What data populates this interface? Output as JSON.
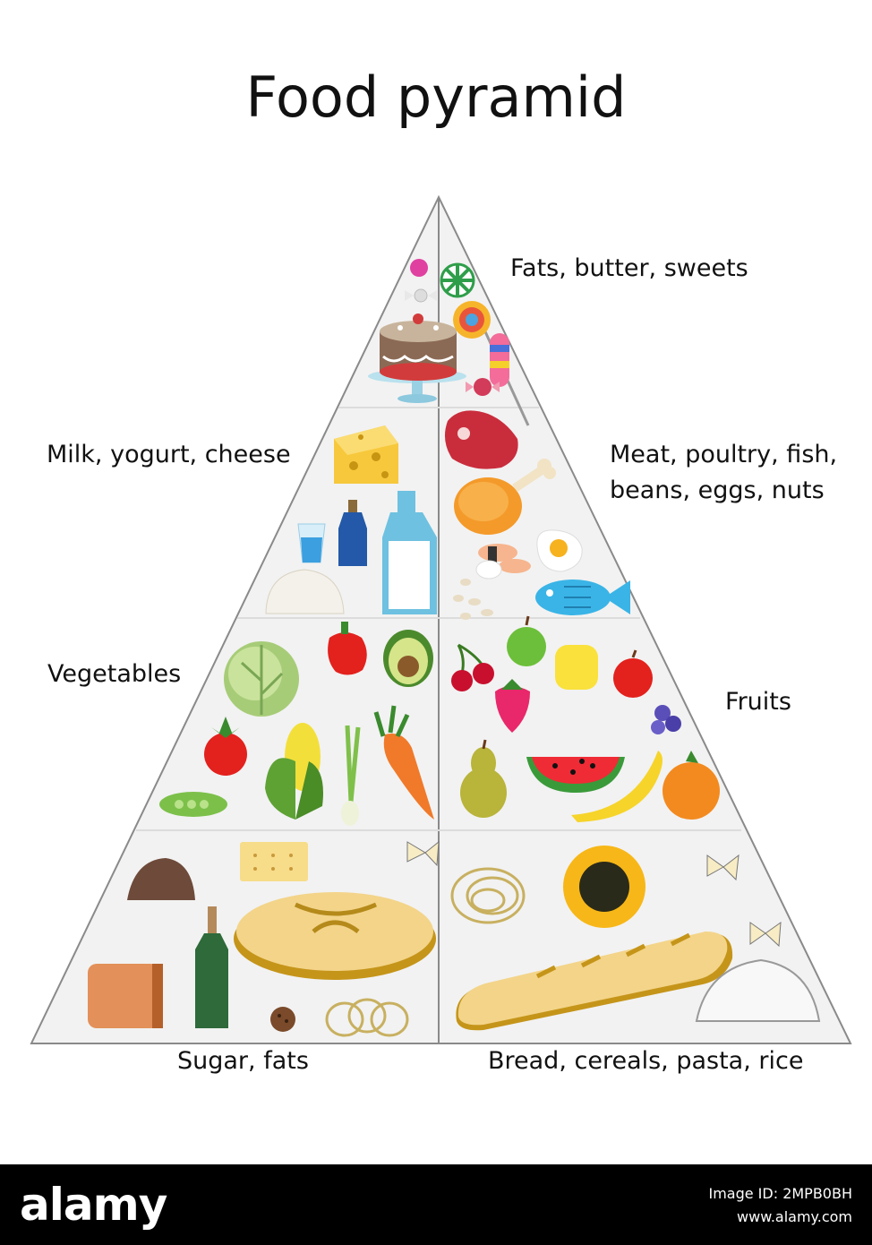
{
  "title": "Food pyramid",
  "labels": {
    "top": "Fats, butter, sweets",
    "milk": "Milk, yogurt, cheese",
    "meat_line1": "Meat, poultry, fish,",
    "meat_line2": "beans, eggs, nuts",
    "vegetables": "Vegetables",
    "fruits": "Fruits",
    "sugar": "Sugar, fats",
    "bread": "Bread, cereals, pasta, rice"
  },
  "footer": {
    "logo": "alamy",
    "image_id": "Image ID: 2MPB0BH",
    "site": "www.alamy.com"
  },
  "colors": {
    "pyramid_fill": "#f2f2f2",
    "pyramid_stroke": "#8a8a8a",
    "footer_bg": "#000000"
  }
}
